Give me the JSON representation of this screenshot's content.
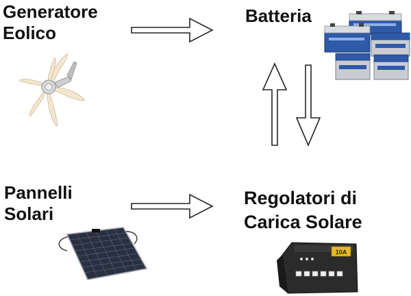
{
  "nodes": {
    "generatore": {
      "lines": [
        "Generatore",
        "Eolico"
      ]
    },
    "batteria": {
      "lines": [
        "Batteria"
      ]
    },
    "pannelli": {
      "lines": [
        "Pannelli",
        "Solari"
      ]
    },
    "regolatori": {
      "lines": [
        "Regolatori di",
        "Carica Solare"
      ]
    }
  },
  "controller_display": {
    "text": "10A"
  },
  "colors": {
    "text": "#111111",
    "arrow_stroke": "#222222",
    "arrow_fill": "#ffffff",
    "battery_blue": "#2e5aa8",
    "battery_grey": "#c9ccd2",
    "panel_dark": "#2a3040",
    "controller_body": "#2b2b2b",
    "controller_screen": "#e8b82a"
  }
}
